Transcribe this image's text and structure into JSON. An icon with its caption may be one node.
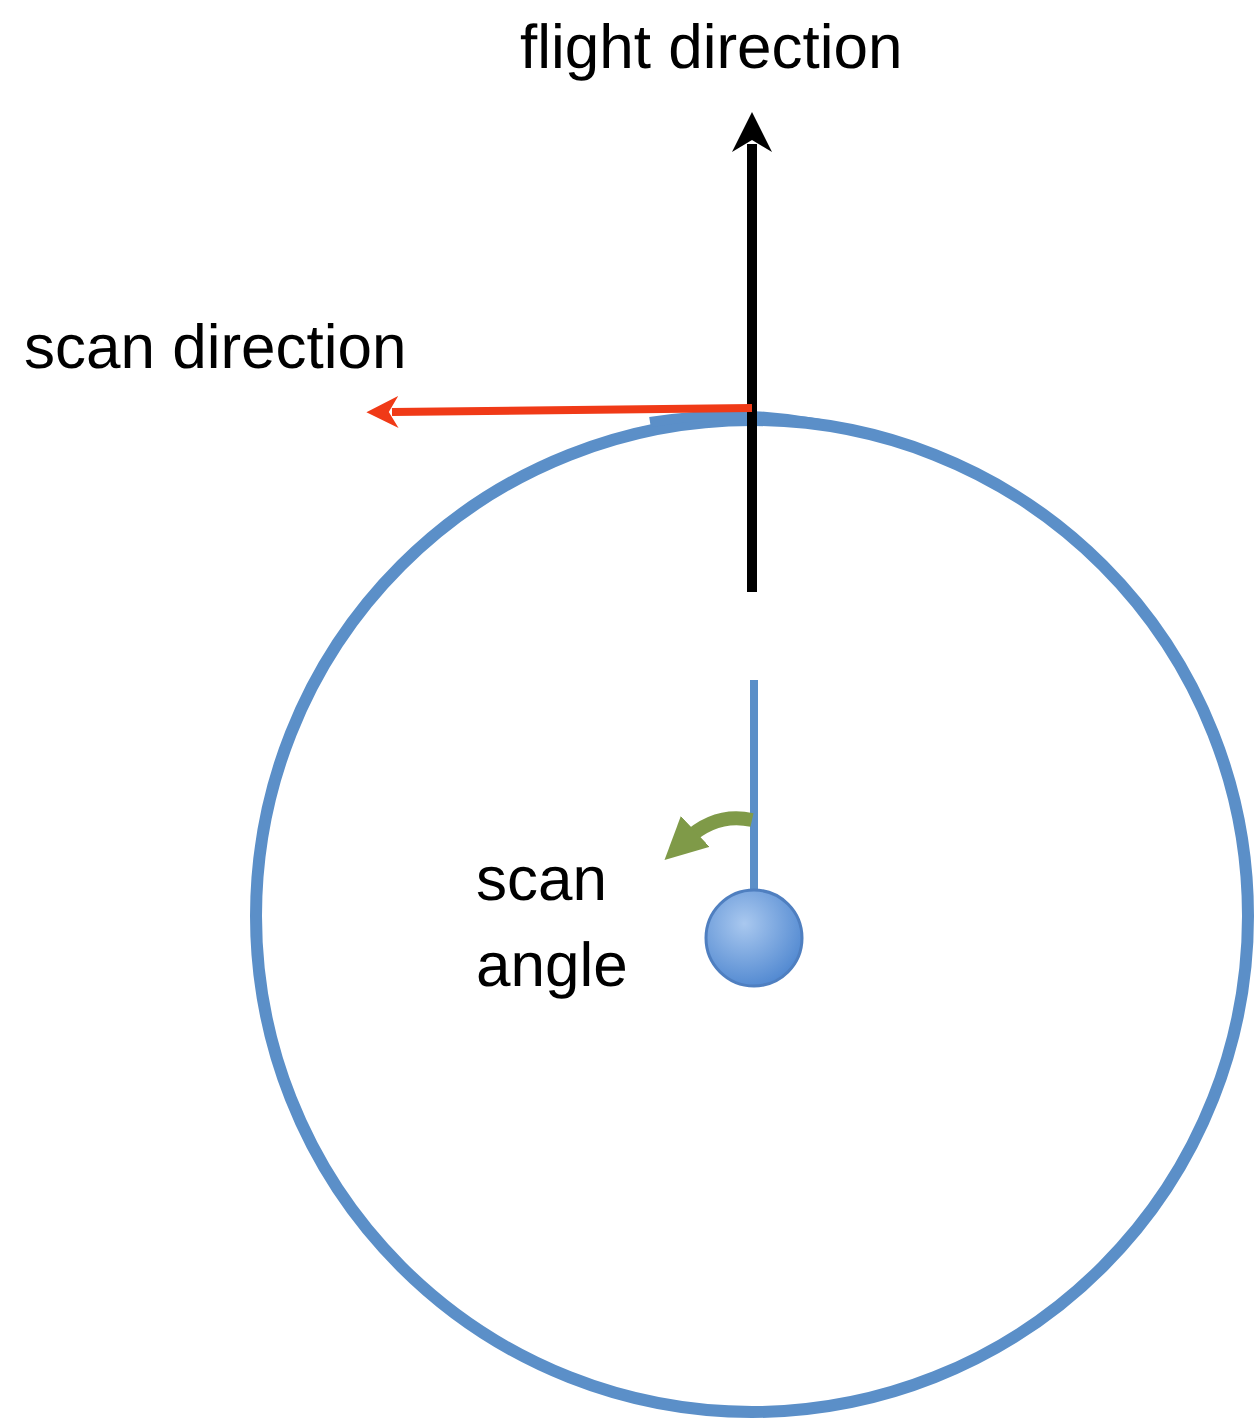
{
  "diagram": {
    "labels": [
      "flight direction",
      "scan direction",
      "scan angle"
    ]
  }
}
